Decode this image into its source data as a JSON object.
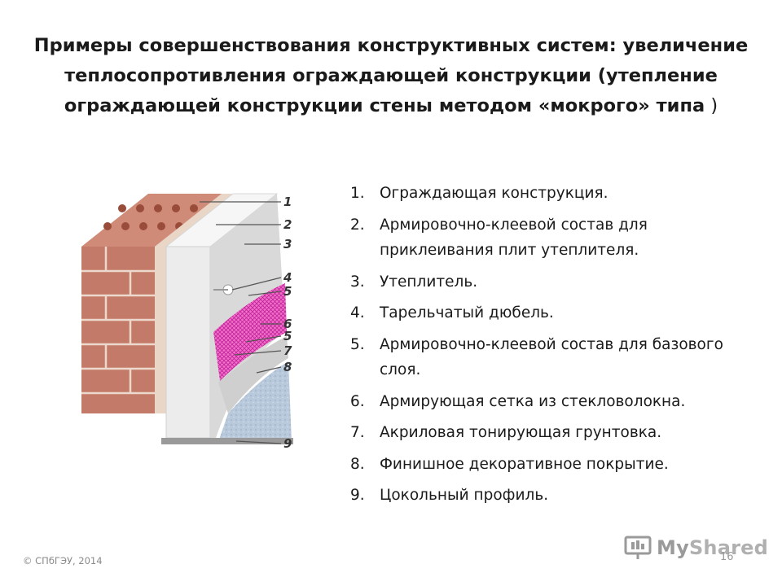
{
  "slide": {
    "title_main": "Примеры совершенствования конструктивных систем: увеличение теплосопротивления ограждающей конструкции (утепление ограждающей конструкции стены методом «мокрого» типа",
    "title_tail": " )"
  },
  "legend": [
    {
      "num": "1.",
      "text": "Ограждающая конструкция."
    },
    {
      "num": "2.",
      "text": "Армировочно-клеевой состав для приклеивания плит утеплителя."
    },
    {
      "num": "3.",
      "text": "Утеплитель."
    },
    {
      "num": "4.",
      "text": "Тарельчатый дюбель."
    },
    {
      "num": "5.",
      "text": "Армировочно-клеевой состав для базового слоя."
    },
    {
      "num": "6.",
      "text": "Армирующая сетка из стекловолокна."
    },
    {
      "num": "7.",
      "text": "Акриловая тонирующая грунтовка."
    },
    {
      "num": "8.",
      "text": "Финишное декоративное покрытие."
    },
    {
      "num": "9.",
      "text": "Цокольный профиль."
    }
  ],
  "diagram": {
    "callouts": [
      "1",
      "2",
      "3",
      "4",
      "5",
      "6",
      "5",
      "7",
      "8",
      "9"
    ]
  },
  "footer": {
    "copyright": "© СПбГЭУ, 2014",
    "logo_text_a": "My",
    "logo_text_b": "Shared",
    "page_number": "16"
  },
  "colors": {
    "brick": "#c47a68",
    "brick_dark": "#a85a48",
    "insulation": "#ececec",
    "mesh": "#e040b0",
    "finish": "#b8c8d8"
  }
}
